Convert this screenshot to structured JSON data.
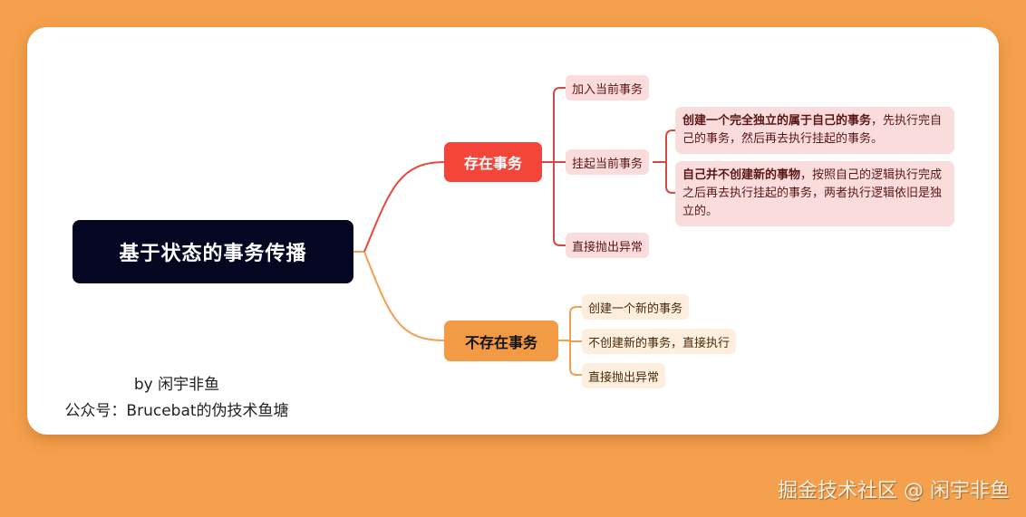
{
  "colors": {
    "background": "#f5a04c",
    "root": "#040622",
    "branch_exists": "#f3453a",
    "branch_not_exists": "#f39a45",
    "leaf_red": "#fbdcdc",
    "leaf_orange": "#fdeedd"
  },
  "mindmap": {
    "root": "基于状态的事务传播",
    "branches": [
      {
        "label": "存在事务",
        "children": [
          {
            "label": "加入当前事务"
          },
          {
            "label": "挂起当前事务",
            "children": [
              {
                "bold": "创建一个完全独立的属于自己的事务",
                "text": "，先执行完自己的事务，然后再去执行挂起的事务。"
              },
              {
                "bold": "自己并不创建新的事物",
                "text": "，按照自己的逻辑执行完成之后再去执行挂起的事务，两者执行逻辑依旧是独立的。"
              }
            ]
          },
          {
            "label": "直接抛出异常"
          }
        ]
      },
      {
        "label": "不存在事务",
        "children": [
          {
            "label": "创建一个新的事务"
          },
          {
            "label": "不创建新的事务，直接执行"
          },
          {
            "label": "直接抛出异常"
          }
        ]
      }
    ]
  },
  "credits": {
    "author": "by 闲宇非鱼",
    "account": "公众号：Brucebat的伪技术鱼塘"
  },
  "watermark": "掘金技术社区 @ 闲宇非鱼"
}
